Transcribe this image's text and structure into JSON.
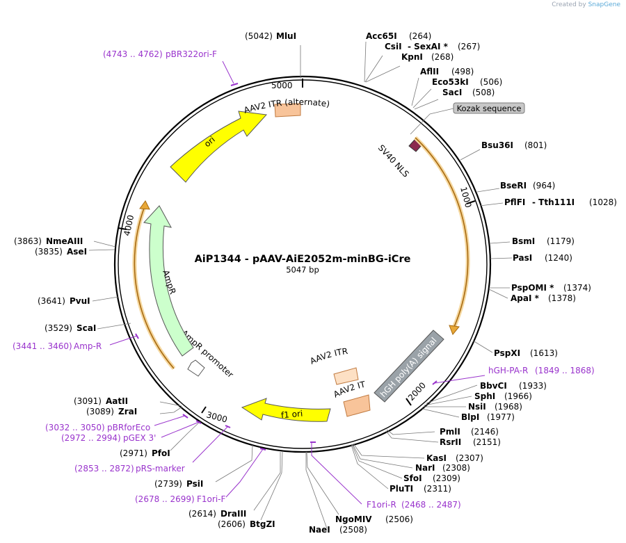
{
  "credit": {
    "prefix": "Created by",
    "brand": "SnapGene"
  },
  "plasmid": {
    "name": "AiP1344 - pAAV-AiE2052m-minBG-iCre",
    "length_label": "5047 bp",
    "length": 5047
  },
  "ticks": [
    "1000",
    "2000",
    "3000",
    "4000",
    "5000"
  ],
  "features": [
    {
      "id": "kozak",
      "label": "Kozak sequence",
      "color": "#c8c8c8"
    },
    {
      "id": "sv40nls",
      "label": "SV40 NLS",
      "color": "#8b2a4e"
    },
    {
      "id": "icre",
      "label": "",
      "color": "#e8a838"
    },
    {
      "id": "hgh",
      "label": "hGH poly(A) signal",
      "color": "#9aa2a8"
    },
    {
      "id": "aav2itr",
      "label": "AAV2 ITR",
      "color": "#f8c49a"
    },
    {
      "id": "aav2itr2",
      "label": "AAV2 ITR",
      "color": "#fde0c4"
    },
    {
      "id": "f1ori",
      "label": "f1 ori",
      "color": "#ffff00"
    },
    {
      "id": "ampprom",
      "label": "AmpR promoter",
      "color": "#ffffff"
    },
    {
      "id": "ampr",
      "label": "AmpR",
      "color": "#ccffcc"
    },
    {
      "id": "ori",
      "label": "ori",
      "color": "#ffff00"
    },
    {
      "id": "aav2itr_alt",
      "label": "AAV2 ITR (alternate)",
      "color": "#f8c49a"
    }
  ],
  "enzymes": [
    {
      "name": "MluI",
      "pos": "(5042)"
    },
    {
      "name": "Acc65I",
      "pos": "(264)"
    },
    {
      "name": "CsiI",
      "extra": "- SexAI *",
      "pos": "(267)"
    },
    {
      "name": "KpnI",
      "pos": "(268)"
    },
    {
      "name": "AflII",
      "pos": "(498)"
    },
    {
      "name": "Eco53kI",
      "pos": "(506)"
    },
    {
      "name": "SacI",
      "pos": "(508)"
    },
    {
      "name": "Bsu36I",
      "pos": "(801)"
    },
    {
      "name": "BseRI",
      "pos": "(964)"
    },
    {
      "name": "PflFI",
      "extra": "- Tth111I",
      "pos": "(1028)"
    },
    {
      "name": "BsmI",
      "pos": "(1179)"
    },
    {
      "name": "PasI",
      "pos": "(1240)"
    },
    {
      "name": "PspOMI *",
      "pos": "(1374)"
    },
    {
      "name": "ApaI *",
      "pos": "(1378)"
    },
    {
      "name": "PspXI",
      "pos": "(1613)"
    },
    {
      "name": "BbvCI",
      "pos": "(1933)"
    },
    {
      "name": "SphI",
      "pos": "(1966)"
    },
    {
      "name": "NsiI",
      "pos": "(1968)"
    },
    {
      "name": "BlpI",
      "pos": "(1977)"
    },
    {
      "name": "PmlI",
      "pos": "(2146)"
    },
    {
      "name": "RsrII",
      "pos": "(2151)"
    },
    {
      "name": "KasI",
      "pos": "(2307)"
    },
    {
      "name": "NarI",
      "pos": "(2308)"
    },
    {
      "name": "SfoI",
      "pos": "(2309)"
    },
    {
      "name": "PluTI",
      "pos": "(2311)"
    },
    {
      "name": "NgoMIV",
      "pos": "(2506)"
    },
    {
      "name": "NaeI",
      "pos": "(2508)"
    },
    {
      "name": "BtgZI",
      "pos": "(2606)"
    },
    {
      "name": "DraIII",
      "pos": "(2614)"
    },
    {
      "name": "PsiI",
      "pos": "(2739)"
    },
    {
      "name": "PfoI",
      "pos": "(2971)"
    },
    {
      "name": "ZraI",
      "pos": "(3089)"
    },
    {
      "name": "AatII",
      "pos": "(3091)"
    },
    {
      "name": "ScaI",
      "pos": "(3529)"
    },
    {
      "name": "PvuI",
      "pos": "(3641)"
    },
    {
      "name": "AseI",
      "pos": "(3835)"
    },
    {
      "name": "NmeAIII",
      "pos": "(3863)"
    }
  ],
  "primers": [
    {
      "name": "pBR322ori-F",
      "range": "(4743 .. 4762)"
    },
    {
      "name": "hGH-PA-R",
      "range": "(1849 .. 1868)"
    },
    {
      "name": "F1ori-R",
      "range": "(2468 .. 2487)"
    },
    {
      "name": "F1ori-F",
      "range": "(2678 .. 2699)"
    },
    {
      "name": "pRS-marker",
      "range": "(2853 .. 2872)"
    },
    {
      "name": "pGEX 3'",
      "range": "(2972 .. 2994)"
    },
    {
      "name": "pBRforEco",
      "range": "(3032 .. 3050)"
    },
    {
      "name": "Amp-R",
      "range": "(3441 .. 3460)"
    }
  ],
  "colors": {
    "primer": "#9933cc",
    "enzyme_text": "#000000",
    "line": "#777777"
  }
}
